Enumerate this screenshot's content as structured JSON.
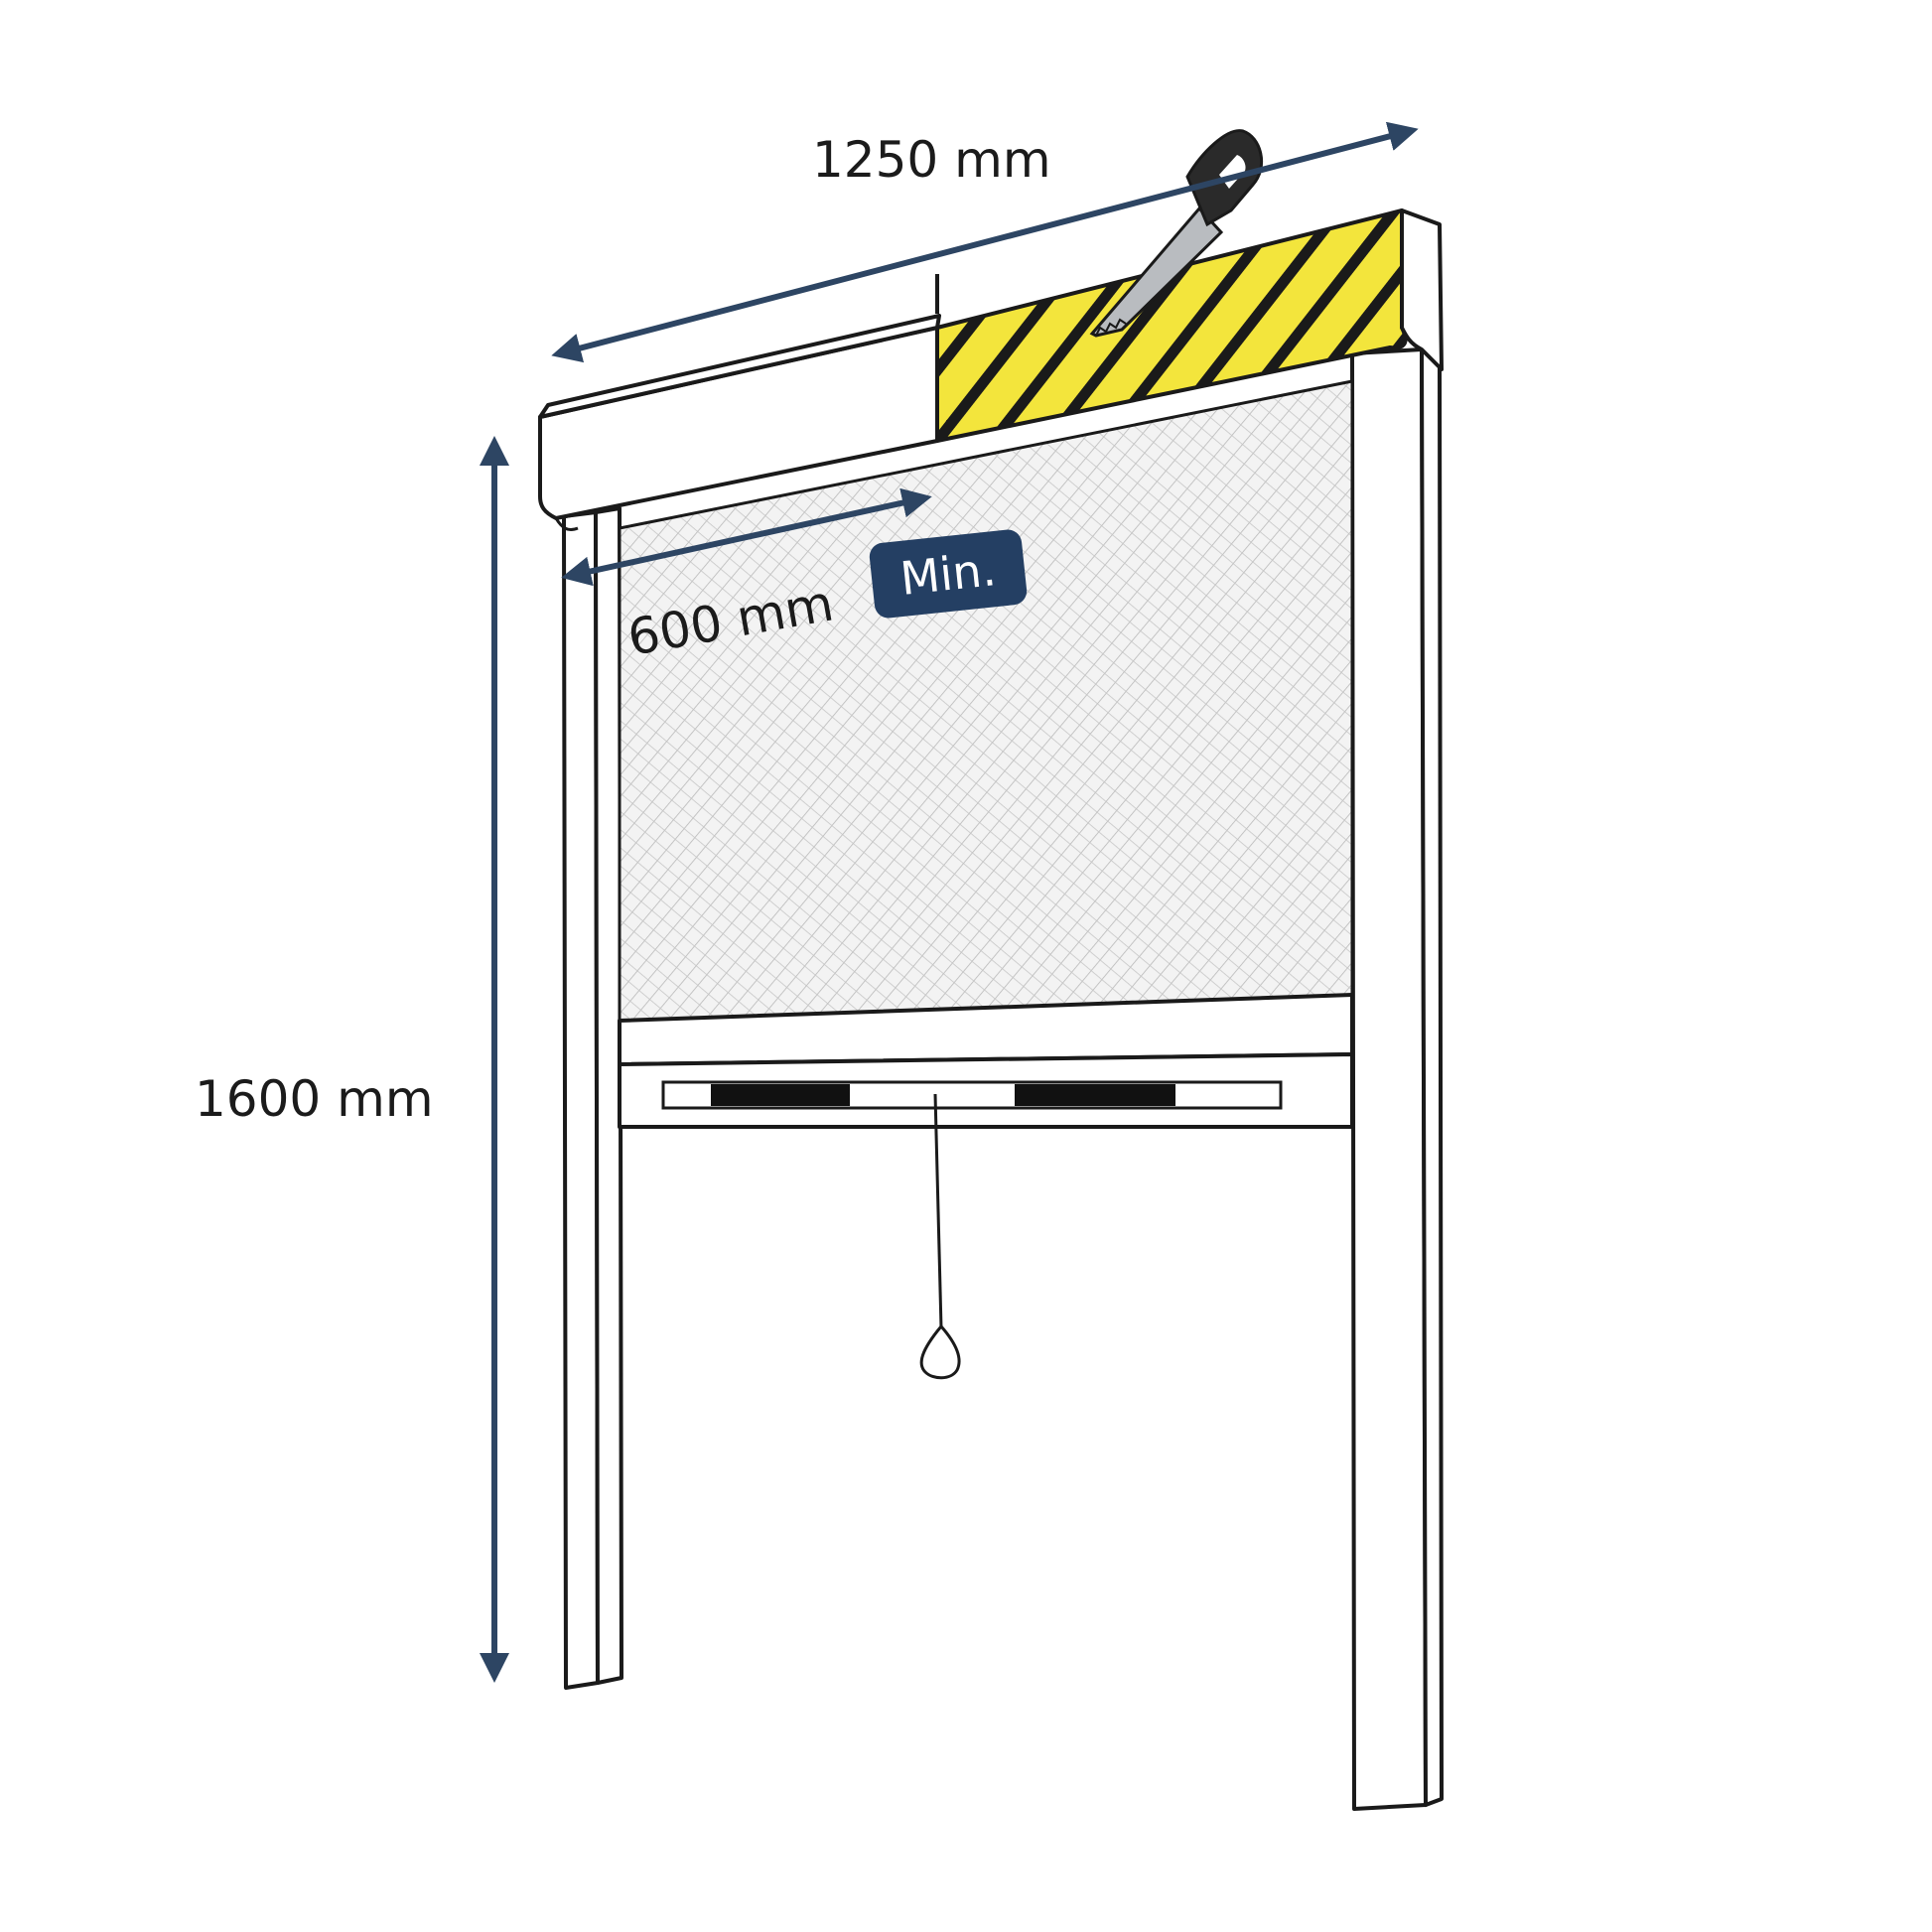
{
  "dimensions": {
    "width_label": "1250 mm",
    "height_label": "1600 mm",
    "min_width_label": "600 mm",
    "min_badge": "Min."
  },
  "colors": {
    "arrow": "#2d4563",
    "badge": "#243f63",
    "cut_zone": "#f3e53c",
    "outline": "#1a1a1a"
  },
  "icons": {
    "saw": "hand-saw-icon",
    "pull_cord": "pull-cord-icon"
  }
}
